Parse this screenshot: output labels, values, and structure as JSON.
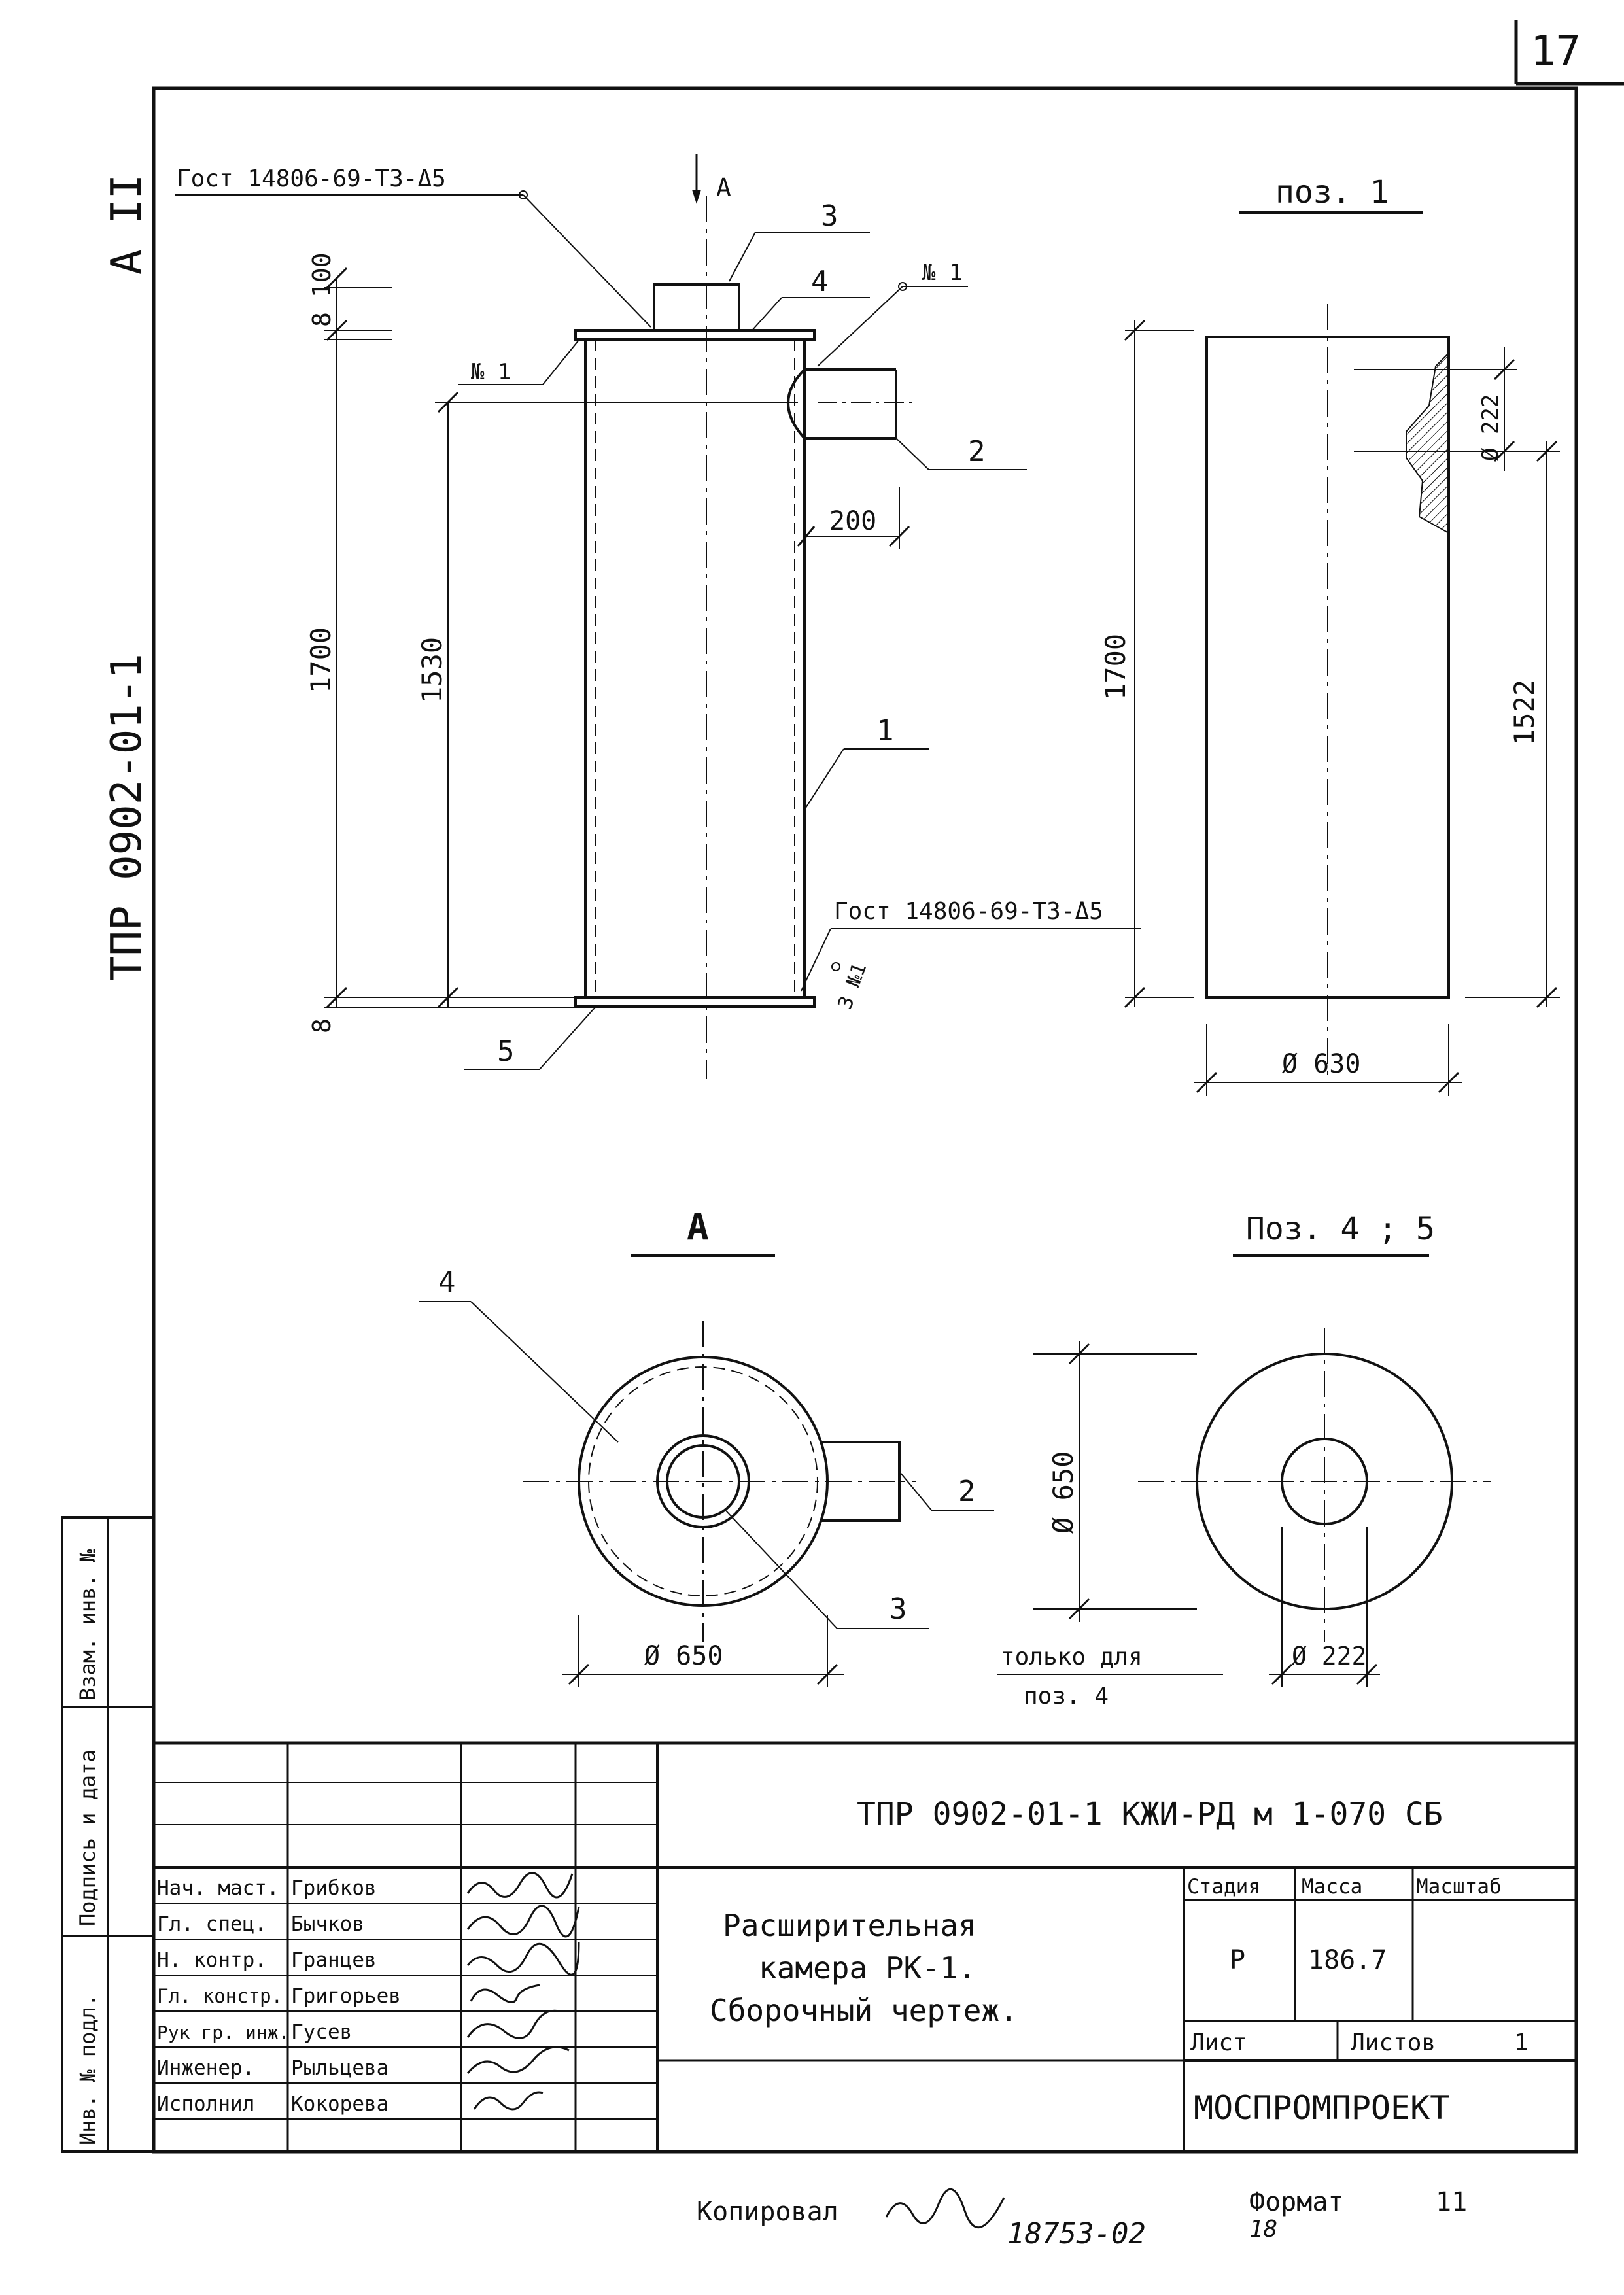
{
  "sheet": {
    "page_number": "17",
    "side_code": "ТПР 0902-01-1",
    "side_mark": "А II"
  },
  "main_view": {
    "weld_top": "Гост 14806-69-Т3-Δ5",
    "weld_bottom": "Гост 14806-69-Т3-Δ5",
    "weld_code": "3 №1",
    "view_arrow_label": "А",
    "weld_mark_left": "№ 1",
    "weld_mark_right": "№ 1",
    "callouts": [
      "1",
      "2",
      "3",
      "4",
      "5"
    ],
    "dims": {
      "d8_top": "8",
      "d100": "100",
      "d1700": "1700",
      "d1530": "1530",
      "d200": "200",
      "d8_bottom": "8"
    }
  },
  "pos1_view": {
    "title": "поз. 1",
    "dims": {
      "d1700": "1700",
      "d1522": "1522",
      "d222": "Ø 222",
      "d630": "Ø 630"
    }
  },
  "view_a": {
    "title": "А",
    "callouts": [
      "4",
      "2",
      "3"
    ],
    "d650": "Ø 650"
  },
  "pos45_view": {
    "title": "Поз. 4 ; 5",
    "d650": "Ø 650",
    "d222": "Ø 222",
    "note_line1": "только для",
    "note_line2": "поз. 4"
  },
  "side_stamp": {
    "col1": "Инв. № подл.",
    "col2": "Подпись и дата",
    "col3": "Взам. инв. №"
  },
  "title_block": {
    "doc_code": "ТПР 0902-01-1 КЖИ-РД м 1-070 СБ",
    "people": [
      {
        "role": "Нач. маст.",
        "name": "Грибков"
      },
      {
        "role": "Гл. спец.",
        "name": "Бычков"
      },
      {
        "role": "Н. контр.",
        "name": "Гранцев"
      },
      {
        "role": "Гл. констр.",
        "name": "Григорьев"
      },
      {
        "role": "Рук гр. инж.",
        "name": "Гусев"
      },
      {
        "role": "Инженер.",
        "name": "Рыльцева"
      },
      {
        "role": "Исполнил",
        "name": "Кокорева"
      }
    ],
    "title_line1": "Расширительная",
    "title_line2": "камера РК-1.",
    "title_line3": "Сборочный чертеж.",
    "stage_label": "Стадия",
    "mass_label": "Масса",
    "scale_label": "Масштаб",
    "stage": "Р",
    "mass": "186.7",
    "sheet_label": "Лист",
    "sheets_label": "Листов",
    "sheets": "1",
    "org": "МОСПРОМПРОЕКТ"
  },
  "footer": {
    "copied": "Копировал",
    "number": "18753-02",
    "format_label": "Формат",
    "format": "11",
    "sub": "18"
  }
}
